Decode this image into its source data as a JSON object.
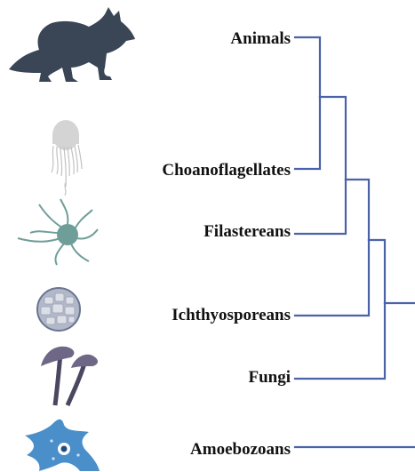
{
  "taxa": [
    {
      "id": "animals",
      "label": "Animals",
      "icon": "fox-icon"
    },
    {
      "id": "choanoflagellates",
      "label": "Choanoflagellates",
      "icon": "choanoflagellate-icon"
    },
    {
      "id": "filastereans",
      "label": "Filastereans",
      "icon": "filasterean-icon"
    },
    {
      "id": "ichthyosporeans",
      "label": "Ichthyosporeans",
      "icon": "ichthyosporean-icon"
    },
    {
      "id": "fungi",
      "label": "Fungi",
      "icon": "mushroom-icon"
    },
    {
      "id": "amoebozoans",
      "label": "Amoebozoans",
      "icon": "amoeba-icon"
    }
  ],
  "colors": {
    "branch": "#4a63a8",
    "fox": "#3a4556",
    "choanoflagellate": "#c9c9c9",
    "filasterean": "#6f9e98",
    "ichthyosporean": "#9aa3b8",
    "mushroom": "#5c5a72",
    "amoeba": "#4a8fc9"
  }
}
